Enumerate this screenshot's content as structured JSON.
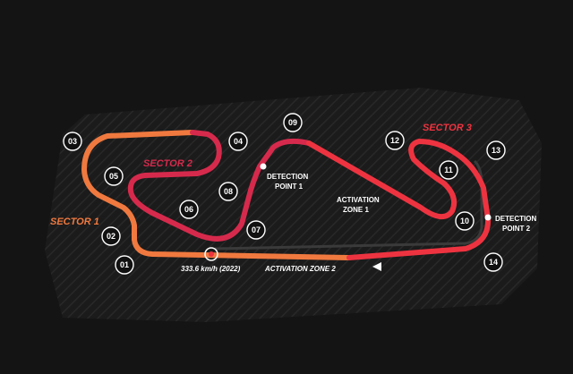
{
  "sectors": {
    "s1": "SECTOR 1",
    "s2": "SECTOR 2",
    "s3": "SECTOR 3"
  },
  "colors": {
    "background": "#141414",
    "hatch": "#262626",
    "sector1": "#f0793f",
    "sector2": "#d62a4c",
    "sector3": "#ee3340",
    "drs": "#3a3a3a",
    "marker": "#ffffff"
  },
  "turns": [
    "01",
    "02",
    "03",
    "04",
    "05",
    "06",
    "07",
    "08",
    "09",
    "10",
    "11",
    "12",
    "13",
    "14"
  ],
  "detection": {
    "p1_line1": "DETECTION",
    "p1_line2": "POINT 1",
    "p2_line1": "DETECTION",
    "p2_line2": "POINT 2"
  },
  "activation": {
    "z1_line1": "ACTIVATION",
    "z1_line2": "ZONE 1",
    "z2": "ACTIVATION ZONE 2"
  },
  "speed_trap": "333.6 km/h (2022)"
}
